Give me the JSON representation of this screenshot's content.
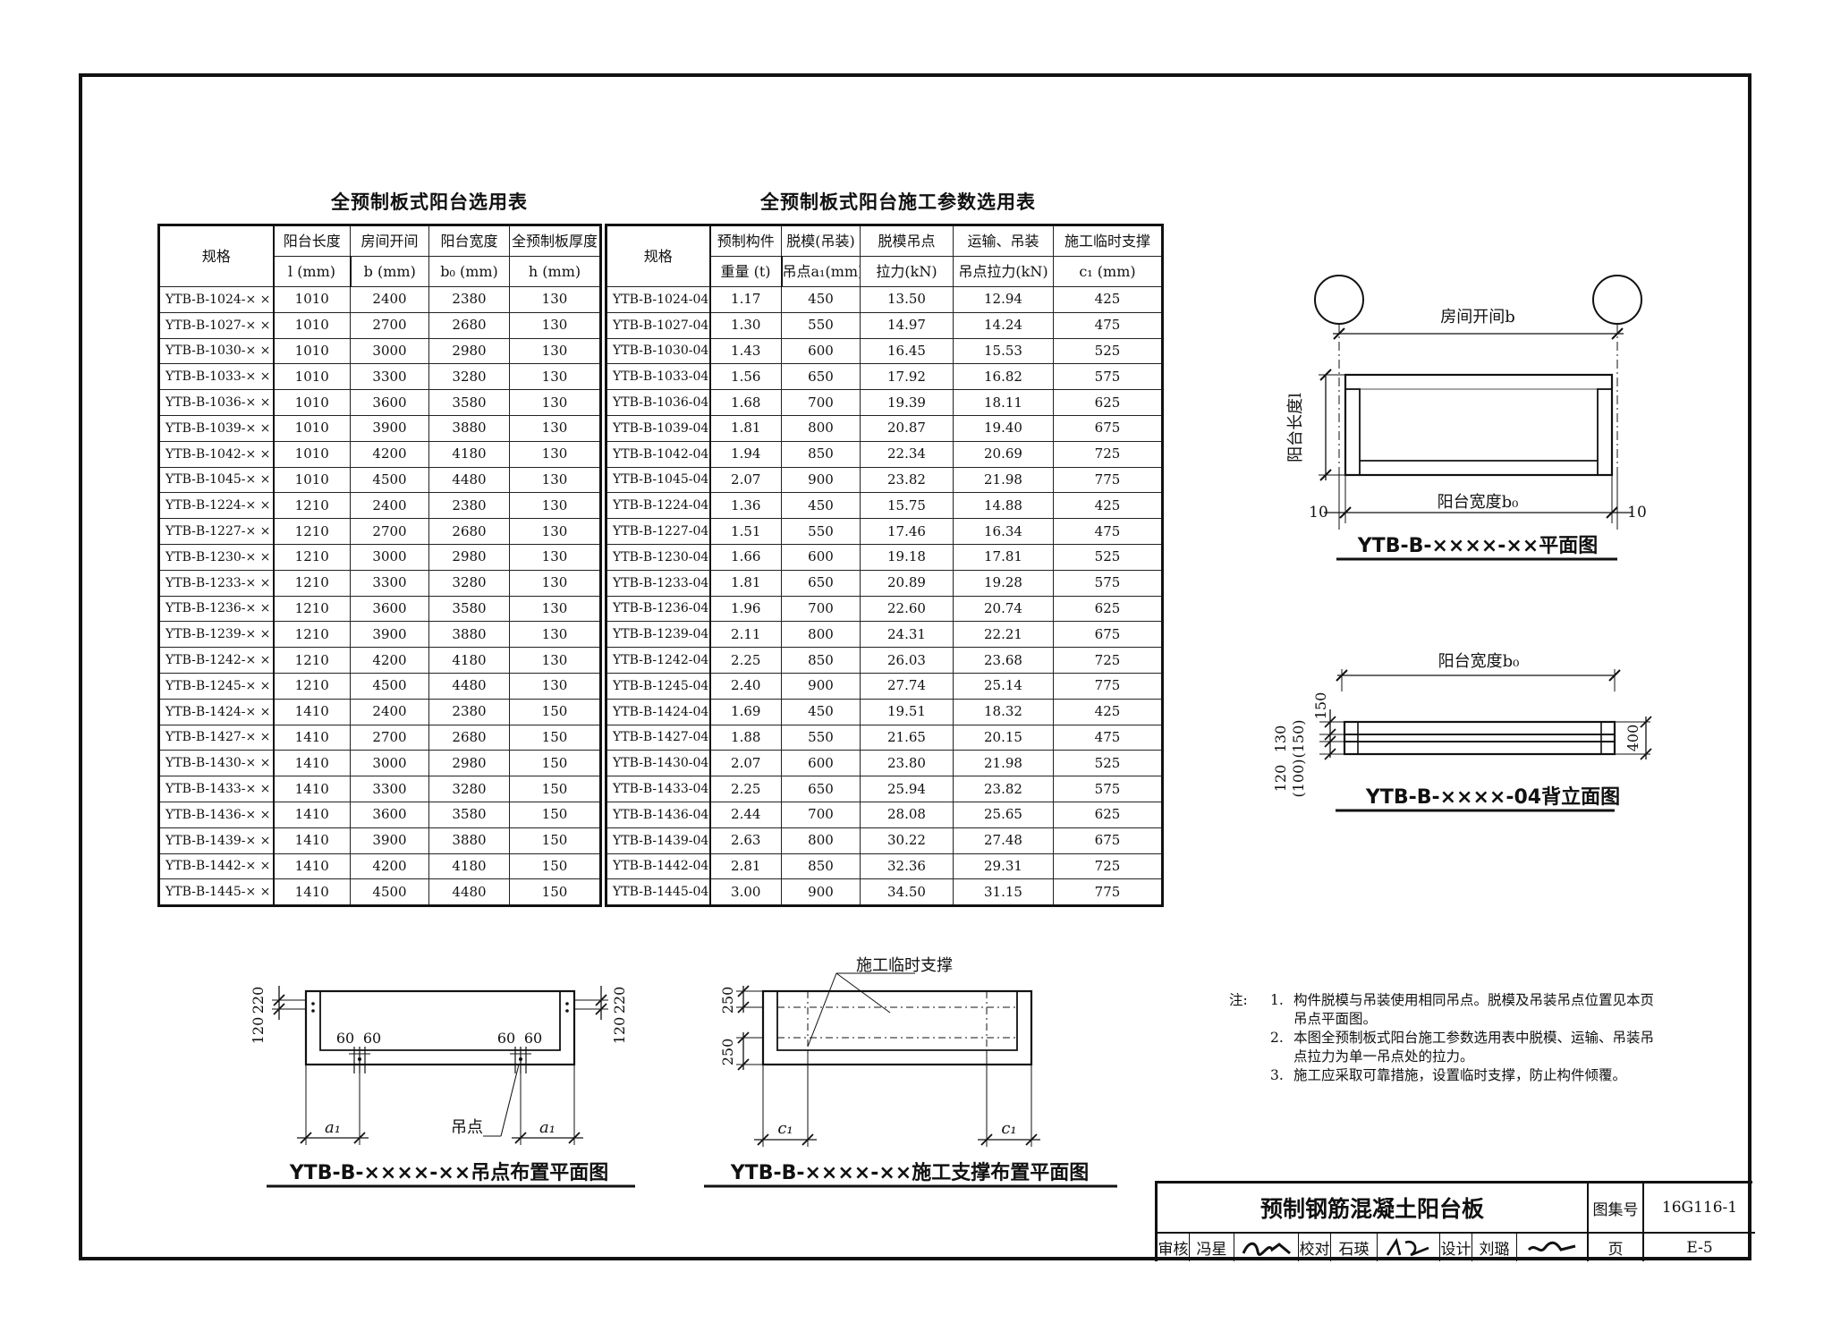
{
  "table1": {
    "title": "全预制板式阳台选用表",
    "headers": [
      {
        "line1": "规格",
        "line2": ""
      },
      {
        "line1": "阳台长度",
        "line2": "l (mm)"
      },
      {
        "line1": "房间开间",
        "line2": "b (mm)"
      },
      {
        "line1": "阳台宽度",
        "line2": "b₀ (mm)"
      },
      {
        "line1": "全预制板厚度",
        "line2": "h (mm)"
      }
    ],
    "rows": [
      [
        "YTB-B-1024-× ×",
        "1010",
        "2400",
        "2380",
        "130"
      ],
      [
        "YTB-B-1027-× ×",
        "1010",
        "2700",
        "2680",
        "130"
      ],
      [
        "YTB-B-1030-× ×",
        "1010",
        "3000",
        "2980",
        "130"
      ],
      [
        "YTB-B-1033-× ×",
        "1010",
        "3300",
        "3280",
        "130"
      ],
      [
        "YTB-B-1036-× ×",
        "1010",
        "3600",
        "3580",
        "130"
      ],
      [
        "YTB-B-1039-× ×",
        "1010",
        "3900",
        "3880",
        "130"
      ],
      [
        "YTB-B-1042-× ×",
        "1010",
        "4200",
        "4180",
        "130"
      ],
      [
        "YTB-B-1045-× ×",
        "1010",
        "4500",
        "4480",
        "130"
      ],
      [
        "YTB-B-1224-× ×",
        "1210",
        "2400",
        "2380",
        "130"
      ],
      [
        "YTB-B-1227-× ×",
        "1210",
        "2700",
        "2680",
        "130"
      ],
      [
        "YTB-B-1230-× ×",
        "1210",
        "3000",
        "2980",
        "130"
      ],
      [
        "YTB-B-1233-× ×",
        "1210",
        "3300",
        "3280",
        "130"
      ],
      [
        "YTB-B-1236-× ×",
        "1210",
        "3600",
        "3580",
        "130"
      ],
      [
        "YTB-B-1239-× ×",
        "1210",
        "3900",
        "3880",
        "130"
      ],
      [
        "YTB-B-1242-× ×",
        "1210",
        "4200",
        "4180",
        "130"
      ],
      [
        "YTB-B-1245-× ×",
        "1210",
        "4500",
        "4480",
        "130"
      ],
      [
        "YTB-B-1424-× ×",
        "1410",
        "2400",
        "2380",
        "150"
      ],
      [
        "YTB-B-1427-× ×",
        "1410",
        "2700",
        "2680",
        "150"
      ],
      [
        "YTB-B-1430-× ×",
        "1410",
        "3000",
        "2980",
        "150"
      ],
      [
        "YTB-B-1433-× ×",
        "1410",
        "3300",
        "3280",
        "150"
      ],
      [
        "YTB-B-1436-× ×",
        "1410",
        "3600",
        "3580",
        "150"
      ],
      [
        "YTB-B-1439-× ×",
        "1410",
        "3900",
        "3880",
        "150"
      ],
      [
        "YTB-B-1442-× ×",
        "1410",
        "4200",
        "4180",
        "150"
      ],
      [
        "YTB-B-1445-× ×",
        "1410",
        "4500",
        "4480",
        "150"
      ]
    ]
  },
  "table2": {
    "title": "全预制板式阳台施工参数选用表",
    "headers": [
      {
        "line1": "规格",
        "line2": ""
      },
      {
        "line1": "预制构件",
        "line2": "重量 (t)"
      },
      {
        "line1": "脱模(吊装)",
        "line2": "吊点a₁(mm)"
      },
      {
        "line1": "脱模吊点",
        "line2": "拉力(kN)"
      },
      {
        "line1": "运输、吊装",
        "line2": "吊点拉力(kN)"
      },
      {
        "line1": "施工临时支撑",
        "line2": "c₁ (mm)"
      }
    ],
    "rows": [
      [
        "YTB-B-1024-04",
        "1.17",
        "450",
        "13.50",
        "12.94",
        "425"
      ],
      [
        "YTB-B-1027-04",
        "1.30",
        "550",
        "14.97",
        "14.24",
        "475"
      ],
      [
        "YTB-B-1030-04",
        "1.43",
        "600",
        "16.45",
        "15.53",
        "525"
      ],
      [
        "YTB-B-1033-04",
        "1.56",
        "650",
        "17.92",
        "16.82",
        "575"
      ],
      [
        "YTB-B-1036-04",
        "1.68",
        "700",
        "19.39",
        "18.11",
        "625"
      ],
      [
        "YTB-B-1039-04",
        "1.81",
        "800",
        "20.87",
        "19.40",
        "675"
      ],
      [
        "YTB-B-1042-04",
        "1.94",
        "850",
        "22.34",
        "20.69",
        "725"
      ],
      [
        "YTB-B-1045-04",
        "2.07",
        "900",
        "23.82",
        "21.98",
        "775"
      ],
      [
        "YTB-B-1224-04",
        "1.36",
        "450",
        "15.75",
        "14.88",
        "425"
      ],
      [
        "YTB-B-1227-04",
        "1.51",
        "550",
        "17.46",
        "16.34",
        "475"
      ],
      [
        "YTB-B-1230-04",
        "1.66",
        "600",
        "19.18",
        "17.81",
        "525"
      ],
      [
        "YTB-B-1233-04",
        "1.81",
        "650",
        "20.89",
        "19.28",
        "575"
      ],
      [
        "YTB-B-1236-04",
        "1.96",
        "700",
        "22.60",
        "20.74",
        "625"
      ],
      [
        "YTB-B-1239-04",
        "2.11",
        "800",
        "24.31",
        "22.21",
        "675"
      ],
      [
        "YTB-B-1242-04",
        "2.25",
        "850",
        "26.03",
        "23.68",
        "725"
      ],
      [
        "YTB-B-1245-04",
        "2.40",
        "900",
        "27.74",
        "25.14",
        "775"
      ],
      [
        "YTB-B-1424-04",
        "1.69",
        "450",
        "19.51",
        "18.32",
        "425"
      ],
      [
        "YTB-B-1427-04",
        "1.88",
        "550",
        "21.65",
        "20.15",
        "475"
      ],
      [
        "YTB-B-1430-04",
        "2.07",
        "600",
        "23.80",
        "21.98",
        "525"
      ],
      [
        "YTB-B-1433-04",
        "2.25",
        "650",
        "25.94",
        "23.82",
        "575"
      ],
      [
        "YTB-B-1436-04",
        "2.44",
        "700",
        "28.08",
        "25.65",
        "625"
      ],
      [
        "YTB-B-1439-04",
        "2.63",
        "800",
        "30.22",
        "27.48",
        "675"
      ],
      [
        "YTB-B-1442-04",
        "2.81",
        "850",
        "32.36",
        "29.31",
        "725"
      ],
      [
        "YTB-B-1445-04",
        "3.00",
        "900",
        "34.50",
        "31.15",
        "775"
      ]
    ]
  },
  "plan_view": {
    "label_room_bay": "房间开间b",
    "label_length": "阳台长度l",
    "label_width": "阳台宽度b₀",
    "dim_left": "10",
    "dim_right": "10",
    "title": "YTB-B-××××-××平面图"
  },
  "back_elevation": {
    "label_width": "阳台宽度b₀",
    "dim_150": "150",
    "dim_130": "130",
    "dim_150b": "(150)",
    "dim_120": "120",
    "dim_100": "(100)",
    "dim_400": "400",
    "title": "YTB-B-××××-04背立面图"
  },
  "lifting_plan": {
    "dim_220_left": "220",
    "dim_120_left": "120",
    "dim_220_right": "220",
    "dim_120_right": "120",
    "dim_60a": "60",
    "dim_60b": "60",
    "dim_60c": "60",
    "dim_60d": "60",
    "label_a1_left": "a₁",
    "label_a1_right": "a₁",
    "label_lifting_point": "吊点",
    "title": "YTB-B-××××-××吊点布置平面图"
  },
  "support_plan": {
    "label_support": "施工临时支撑",
    "dim_250_top": "250",
    "dim_250_bottom": "250",
    "label_c1_left": "c₁",
    "label_c1_right": "c₁",
    "title": "YTB-B-××××-××施工支撑布置平面图"
  },
  "notes": {
    "lead": "注:",
    "items": [
      {
        "num": "1.",
        "text": "构件脱模与吊装使用相同吊点。脱模及吊装吊点位置见本页吊点平面图。"
      },
      {
        "num": "2.",
        "text": "本图全预制板式阳台施工参数选用表中脱模、运输、吊装吊点拉力为单一吊点处的拉力。"
      },
      {
        "num": "3.",
        "text": "施工应采取可靠措施，设置临时支撑，防止构件倾覆。"
      }
    ]
  },
  "title_block": {
    "drawing_name": "预制钢筋混凝土阳台板",
    "atlas_label": "图集号",
    "atlas_no": "16G116-1",
    "review_label": "审核",
    "reviewer": "冯星",
    "check_label": "校对",
    "checker": "石瑛",
    "design_label": "设计",
    "designer": "刘璐",
    "page_label": "页",
    "page_no": "E-5"
  }
}
